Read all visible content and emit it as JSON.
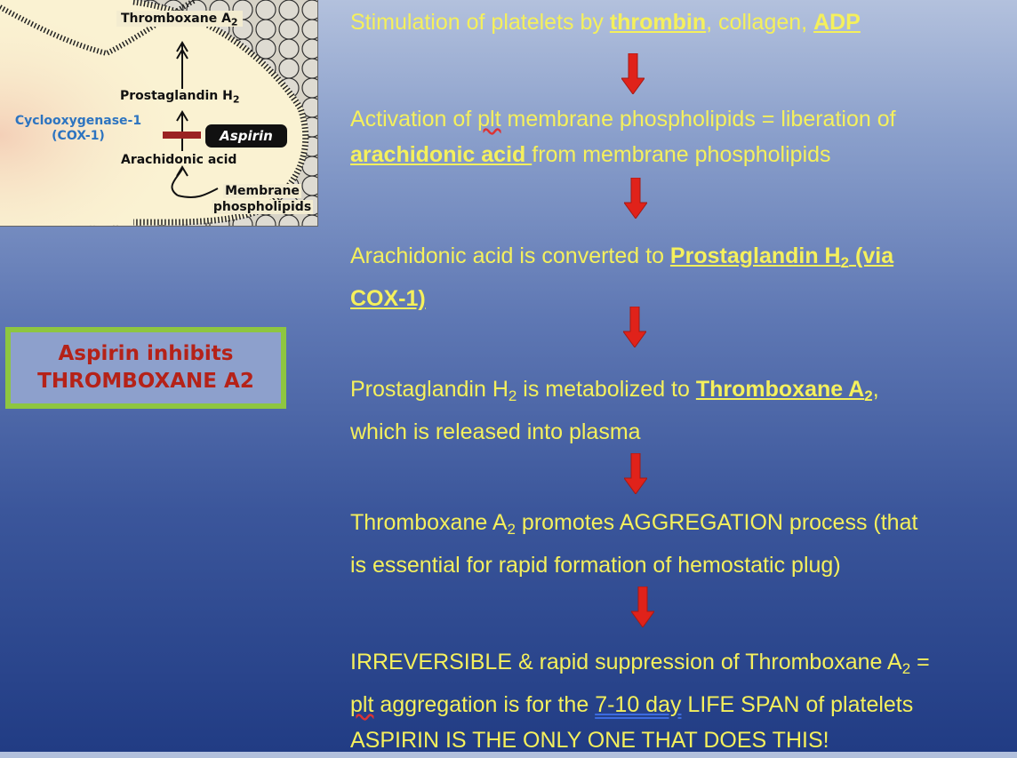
{
  "inset": {
    "thromboxane_label": "Thromboxane A",
    "thromboxane_sub": "2",
    "prostaglandin_label": "Prostaglandin H",
    "prostaglandin_sub": "2",
    "cox_line1": "Cyclooxygenase-1",
    "cox_line2": "(COX-1)",
    "aspirin_label": "Aspirin",
    "arachidonic_label": "Arachidonic acid",
    "membrane_line1": "Membrane",
    "membrane_line2": "phospholipids"
  },
  "callout": {
    "line1": "Aspirin inhibits",
    "line2": "THROMBOXANE A2"
  },
  "steps": {
    "s1": {
      "t1": "Stimulation of platelets by ",
      "u1": "thrombin",
      "t2": ", collagen, ",
      "u2": "ADP"
    },
    "s2": {
      "t1": "Activation of ",
      "w1": "plt",
      "t2": " membrane phospholipids = liberation  of",
      "u1": "arachidonic acid ",
      "t3": "from membrane phospholipids"
    },
    "s3": {
      "t1": "Arachidonic acid is converted to ",
      "u1": "Prostaglandin H",
      "sub": "2",
      "u2": " (via",
      "u3": "COX-1)"
    },
    "s4": {
      "t1": "Prostaglandin H",
      "sub1": "2",
      "t2": " is metabolized to ",
      "u1": "Thromboxane A",
      "sub2": "2",
      "t3": ",",
      "t4": "which is released into plasma"
    },
    "s5": {
      "t1": "Thromboxane A",
      "sub": "2",
      "t2": " promotes AGGREGATION process (that",
      "t3": "is essential for rapid formation of hemostatic plug)"
    },
    "s6": {
      "t1": "IRREVERSIBLE & rapid suppression of Thromboxane A",
      "sub": "2",
      "t2": " =",
      "w1": "plt",
      "t3": " aggregation is for the ",
      "d1": "7-10 day",
      "t4": " LIFE SPAN of platelets",
      "t5": "ASPIRIN IS THE ONLY ONE THAT DOES THIS!"
    }
  },
  "colors": {
    "text": "#f5f05c",
    "arrow": "#e0221a",
    "callout_border": "#8ec640",
    "callout_text": "#b52218"
  }
}
